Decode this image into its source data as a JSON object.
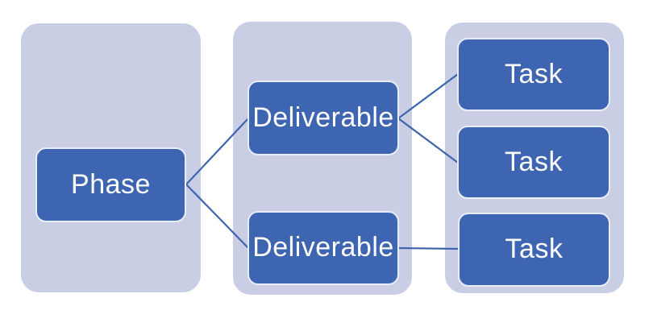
{
  "diagram": {
    "type": "work-breakdown-structure",
    "groups": [
      {
        "id": "phase-group"
      },
      {
        "id": "deliverable-group"
      },
      {
        "id": "task-group"
      }
    ],
    "nodes": [
      {
        "id": "phase",
        "label": "Phase"
      },
      {
        "id": "deliverable-1",
        "label": "Deliverable"
      },
      {
        "id": "deliverable-2",
        "label": "Deliverable"
      },
      {
        "id": "task-1",
        "label": "Task"
      },
      {
        "id": "task-2",
        "label": "Task"
      },
      {
        "id": "task-3",
        "label": "Task"
      }
    ],
    "edges": [
      {
        "from": "phase",
        "to": "deliverable-1"
      },
      {
        "from": "phase",
        "to": "deliverable-2"
      },
      {
        "from": "deliverable-1",
        "to": "task-1"
      },
      {
        "from": "deliverable-1",
        "to": "task-2"
      },
      {
        "from": "deliverable-2",
        "to": "task-3"
      }
    ],
    "colors": {
      "node_fill": "#3d65b2",
      "node_border": "#e9edf6",
      "group_fill": "#c9cee4",
      "connector": "#3e64ad",
      "label_text": "#ffffff",
      "canvas_background": "#ffffff"
    }
  }
}
